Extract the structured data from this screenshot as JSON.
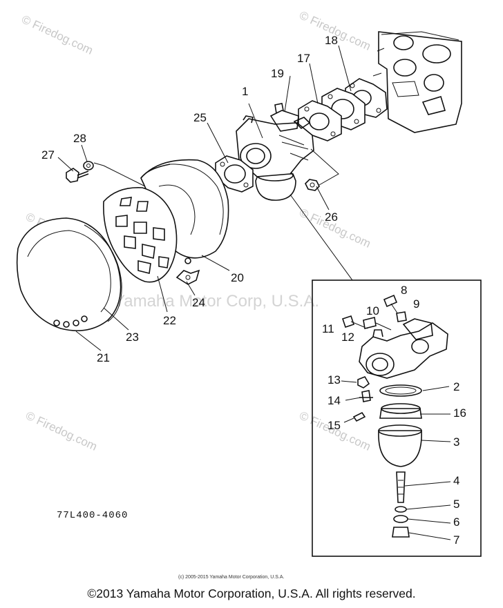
{
  "callouts": [
    {
      "id": "c1",
      "label": "1"
    },
    {
      "id": "c2",
      "label": "2"
    },
    {
      "id": "c3",
      "label": "3"
    },
    {
      "id": "c4",
      "label": "4"
    },
    {
      "id": "c5",
      "label": "5"
    },
    {
      "id": "c6",
      "label": "6"
    },
    {
      "id": "c7",
      "label": "7"
    },
    {
      "id": "c8",
      "label": "8"
    },
    {
      "id": "c9",
      "label": "9"
    },
    {
      "id": "c10",
      "label": "10"
    },
    {
      "id": "c11",
      "label": "11"
    },
    {
      "id": "c12",
      "label": "12"
    },
    {
      "id": "c13",
      "label": "13"
    },
    {
      "id": "c14",
      "label": "14"
    },
    {
      "id": "c15",
      "label": "15"
    },
    {
      "id": "c16",
      "label": "16"
    },
    {
      "id": "c17",
      "label": "17"
    },
    {
      "id": "c18",
      "label": "18"
    },
    {
      "id": "c19",
      "label": "19"
    },
    {
      "id": "c20",
      "label": "20"
    },
    {
      "id": "c21",
      "label": "21"
    },
    {
      "id": "c22",
      "label": "22"
    },
    {
      "id": "c23",
      "label": "23"
    },
    {
      "id": "c24",
      "label": "24"
    },
    {
      "id": "c25",
      "label": "25"
    },
    {
      "id": "c26",
      "label": "26"
    },
    {
      "id": "c27",
      "label": "27"
    },
    {
      "id": "c28",
      "label": "28"
    }
  ],
  "part_number": "77L400-4060",
  "watermarks": {
    "firedog": "© Firedog.com",
    "corp": "Yamaha Motor Corp, U.S.A."
  },
  "small_credit": "(c) 2005-2015 Yamaha Motor Corporation, U.S.A.",
  "copyright": "©2013 Yamaha Motor Corporation, U.S.A. All rights reserved."
}
